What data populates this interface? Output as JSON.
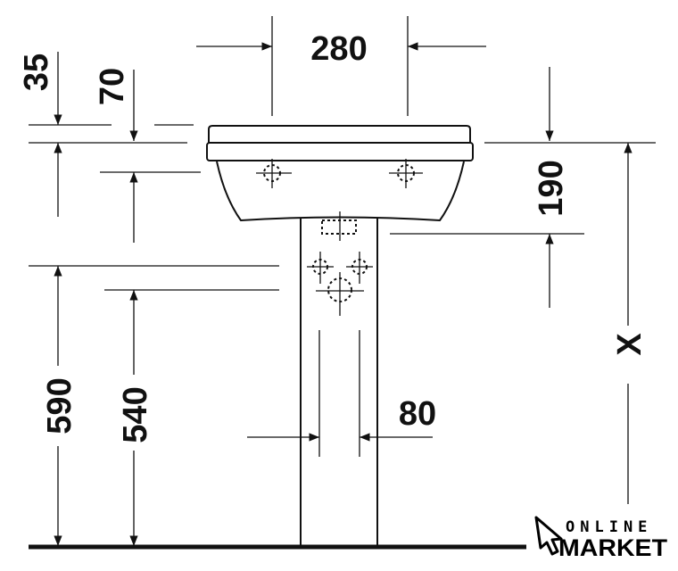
{
  "drawing": {
    "dimensions": {
      "basin_depth_top": "35",
      "rim_offset": "70",
      "tap_spacing": "280",
      "bowl_height": "190",
      "mount_height": "X",
      "waste_height_1": "590",
      "waste_height_2": "540",
      "pedestal_width": "80"
    },
    "colors": {
      "line": "#111111",
      "background": "#ffffff"
    }
  },
  "logo": {
    "line1": "ONLINE",
    "line2": "MARKET"
  }
}
